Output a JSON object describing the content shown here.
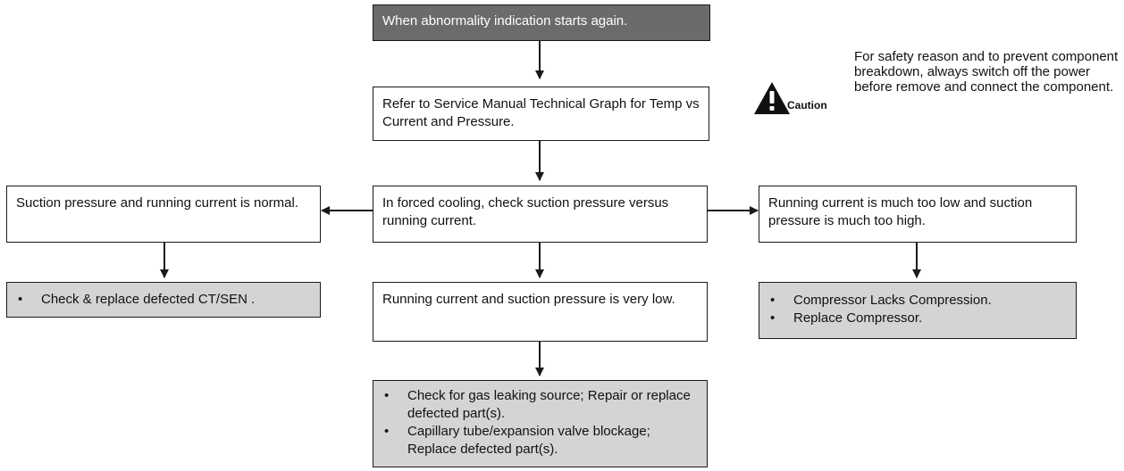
{
  "nodes": {
    "start": "When abnormality indication starts again.",
    "refer": "Refer to Service Manual Technical Graph for Temp vs Current and Pressure.",
    "check": "In forced cooling, check suction pressure versus running current.",
    "left": "Suction pressure and running current is normal.",
    "right": "Running current is much too low and suction pressure is much too high.",
    "middle": "Running current and suction pressure is very low."
  },
  "actions": {
    "left": [
      "Check & replace defected CT/SEN ."
    ],
    "right": [
      "Compressor Lacks Compression.",
      "Replace Compressor."
    ],
    "middle": [
      "Check for gas leaking source; Repair or replace defected part(s).",
      "Capillary tube/expansion valve blockage; Replace defected part(s)."
    ]
  },
  "caution": {
    "label": "Caution",
    "text": "For safety reason and to prevent component breakdown, always switch off the power before remove and connect the component.",
    "icon": "warning-triangle-icon"
  },
  "colors": {
    "start_fill": "#6b6b6b",
    "action_fill": "#d4d4d4",
    "line": "#1a1a1a"
  }
}
